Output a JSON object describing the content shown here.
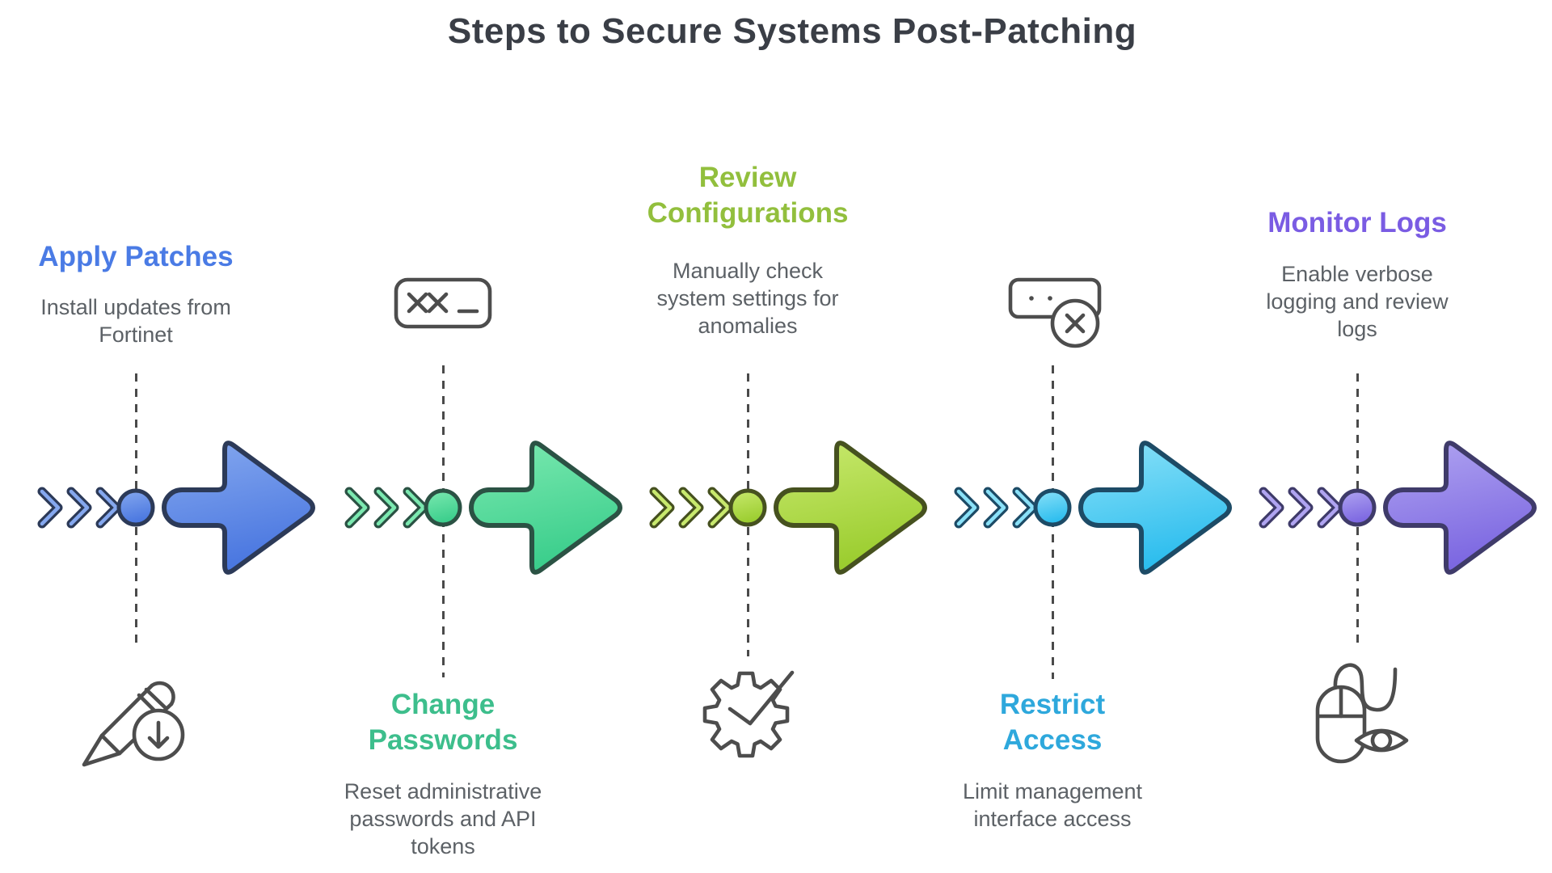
{
  "title": "Steps to Secure Systems Post-Patching",
  "colors": {
    "background": "#ffffff",
    "title_text": "#3a3e46",
    "description_text": "#5c6166",
    "icon_stroke": "#4d4d4d",
    "dashed_line": "#4a4a4a"
  },
  "steps": [
    {
      "label": "Apply Patches",
      "description": "Install updates from Fortinet",
      "label_color": "#4a7be5",
      "icon": "pen-download-icon",
      "arrow_colors": {
        "light": "#85a8ef",
        "dark": "#4a77e0",
        "outline": "#2c3a58"
      }
    },
    {
      "label": "Change Passwords",
      "description": "Reset administrative passwords and API tokens",
      "label_color": "#3dbe8c",
      "icon": "password-masked-input-icon",
      "arrow_colors": {
        "light": "#7be9b0",
        "dark": "#3bce8c",
        "outline": "#2b5244"
      }
    },
    {
      "label": "Review Configurations",
      "description": "Manually check system settings for anomalies",
      "label_color": "#92bf3d",
      "icon": "gear-check-icon",
      "arrow_colors": {
        "light": "#c8e96e",
        "dark": "#9bcd2f",
        "outline": "#46511f"
      }
    },
    {
      "label": "Restrict Access",
      "description": "Limit management interface access",
      "label_color": "#2ea8dc",
      "icon": "interface-deny-icon",
      "arrow_colors": {
        "light": "#8ae1f8",
        "dark": "#2cbdee",
        "outline": "#1d4b66"
      }
    },
    {
      "label": "Monitor Logs",
      "description": "Enable verbose logging and review logs",
      "label_color": "#7a5ce3",
      "icon": "mouse-eye-icon",
      "arrow_colors": {
        "light": "#b0a4f1",
        "dark": "#7c67e1",
        "outline": "#3f3b6a"
      }
    }
  ]
}
